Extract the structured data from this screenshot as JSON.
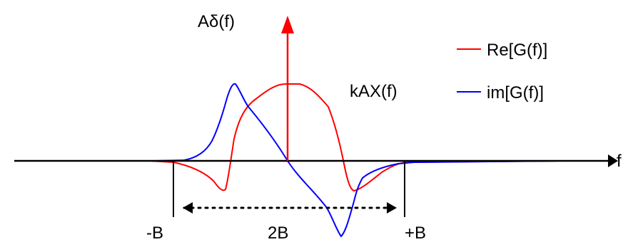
{
  "labels": {
    "impulse": "Aδ(f)",
    "envelope": "kAX(f)",
    "axis_f": "f",
    "minus_b": "-B",
    "plus_b": "+B",
    "bandwidth": "2B"
  },
  "legend": {
    "items": [
      {
        "label": "Re[G(f)]",
        "color": "#ff0000"
      },
      {
        "label": "im[G(f)]",
        "color": "#0000ff"
      }
    ]
  },
  "colors": {
    "axis": "#000000",
    "impulse": "#ff0000",
    "real": "#ff0000",
    "imag": "#0000ff",
    "background": "#ffffff"
  }
}
